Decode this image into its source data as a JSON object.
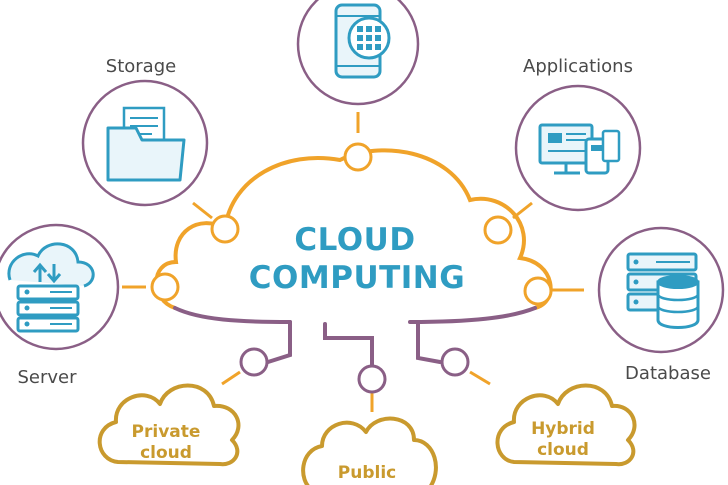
{
  "title": {
    "line1": "CLOUD",
    "line2": "COMPUTING"
  },
  "services": {
    "storage": "Storage",
    "applications": "Applications",
    "server": "Server",
    "database": "Database"
  },
  "cloud_types": {
    "private": {
      "line1": "Private",
      "line2": "cloud"
    },
    "public": {
      "line1": "Public"
    },
    "hybrid": {
      "line1": "Hybrid",
      "line2": "cloud"
    }
  },
  "colors": {
    "orange": "#f0a32a",
    "purple": "#8a5f86",
    "blue": "#2f9cc2",
    "gold": "#c99a2e",
    "text": "#4a4a4a"
  },
  "icons": [
    "mobile-app-icon",
    "folder-icon",
    "computer-devices-icon",
    "server-upload-download-icon",
    "database-icon"
  ]
}
